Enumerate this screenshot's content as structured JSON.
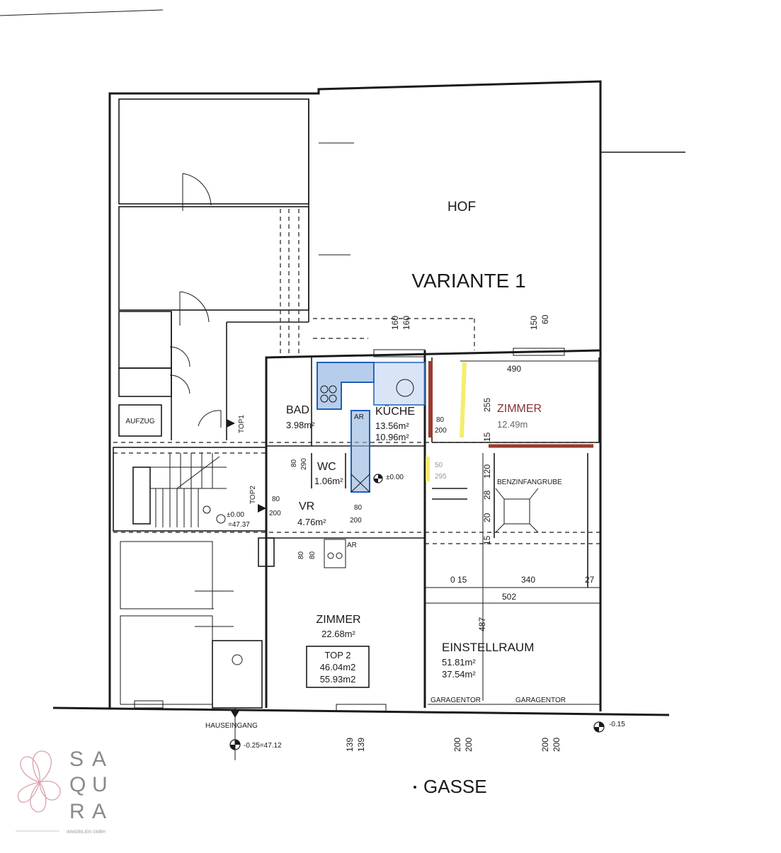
{
  "plan": {
    "title": "VARIANTE 1",
    "courtyard": "HOF",
    "street": "GASSE",
    "entrance": "HAUSEINGANG",
    "entrance_level": "-0.25=47.12",
    "street_level": "-0.15",
    "lift": "AUFZUG",
    "top1": "TOP1",
    "top2": "TOP2",
    "stair_level_1": "±0.00",
    "stair_level_2": "=47.37",
    "kitchen_level": "±0.00",
    "rooms": {
      "bad": {
        "name": "BAD",
        "area": "3.98m²"
      },
      "kueche": {
        "name": "KÜCHE",
        "area": "13.56m²",
        "area2": "10.96m²"
      },
      "zimmer_top": {
        "name": "ZIMMER",
        "area": "12.49m"
      },
      "wc": {
        "name": "WC",
        "area": "1.06m²"
      },
      "vr": {
        "name": "VR",
        "area": "4.76m²"
      },
      "zimmer_main": {
        "name": "ZIMMER",
        "area": "22.68m²"
      },
      "einstellraum": {
        "name": "EINSTELLRAUM",
        "area": "51.81m²",
        "area2": "37.54m²"
      },
      "benzin": {
        "name": "BENZINFANGRUBE"
      }
    },
    "top_box": {
      "title": "TOP 2",
      "area1": "46.04m2",
      "area2": "55.93m2"
    },
    "garage_door_1": "GARAGENTOR",
    "garage_door_2": "GARAGENTOR",
    "dimensions": {
      "d490": "490",
      "d255": "255",
      "d15a": "15",
      "d120": "120",
      "d28": "28",
      "d20": "20",
      "d15b": "15",
      "d340": "340",
      "d502": "502",
      "d487": "487",
      "d015": "0 15",
      "d27": "27",
      "d160a": "160",
      "d160b": "160",
      "d150": "150",
      "d60": "60",
      "d80a": "80",
      "d200a": "200",
      "d80b": "80",
      "d200b": "200",
      "d80c": "80",
      "d200c": "200",
      "d80d": "80",
      "d290": "290",
      "d80e": "80",
      "d80f": "80",
      "d139a": "139",
      "d139b": "139",
      "d200g1": "200",
      "d200g2": "200",
      "d200g3": "200",
      "d200g4": "200",
      "d50": "50",
      "d295": "295",
      "ar1": "AR",
      "ar2": "AR"
    }
  },
  "logo": {
    "letters": [
      "S",
      "A",
      "Q",
      "U",
      "R",
      "A"
    ],
    "subtitle": "IMMOBILIEN GMBH",
    "color": "#d9a3a8"
  },
  "colors": {
    "kitchen_fill": "#8fb3e0",
    "kitchen_stroke": "#1f5fb8",
    "highlight_yellow": "#f2e84a",
    "wall_red": "#9a3a2e"
  }
}
